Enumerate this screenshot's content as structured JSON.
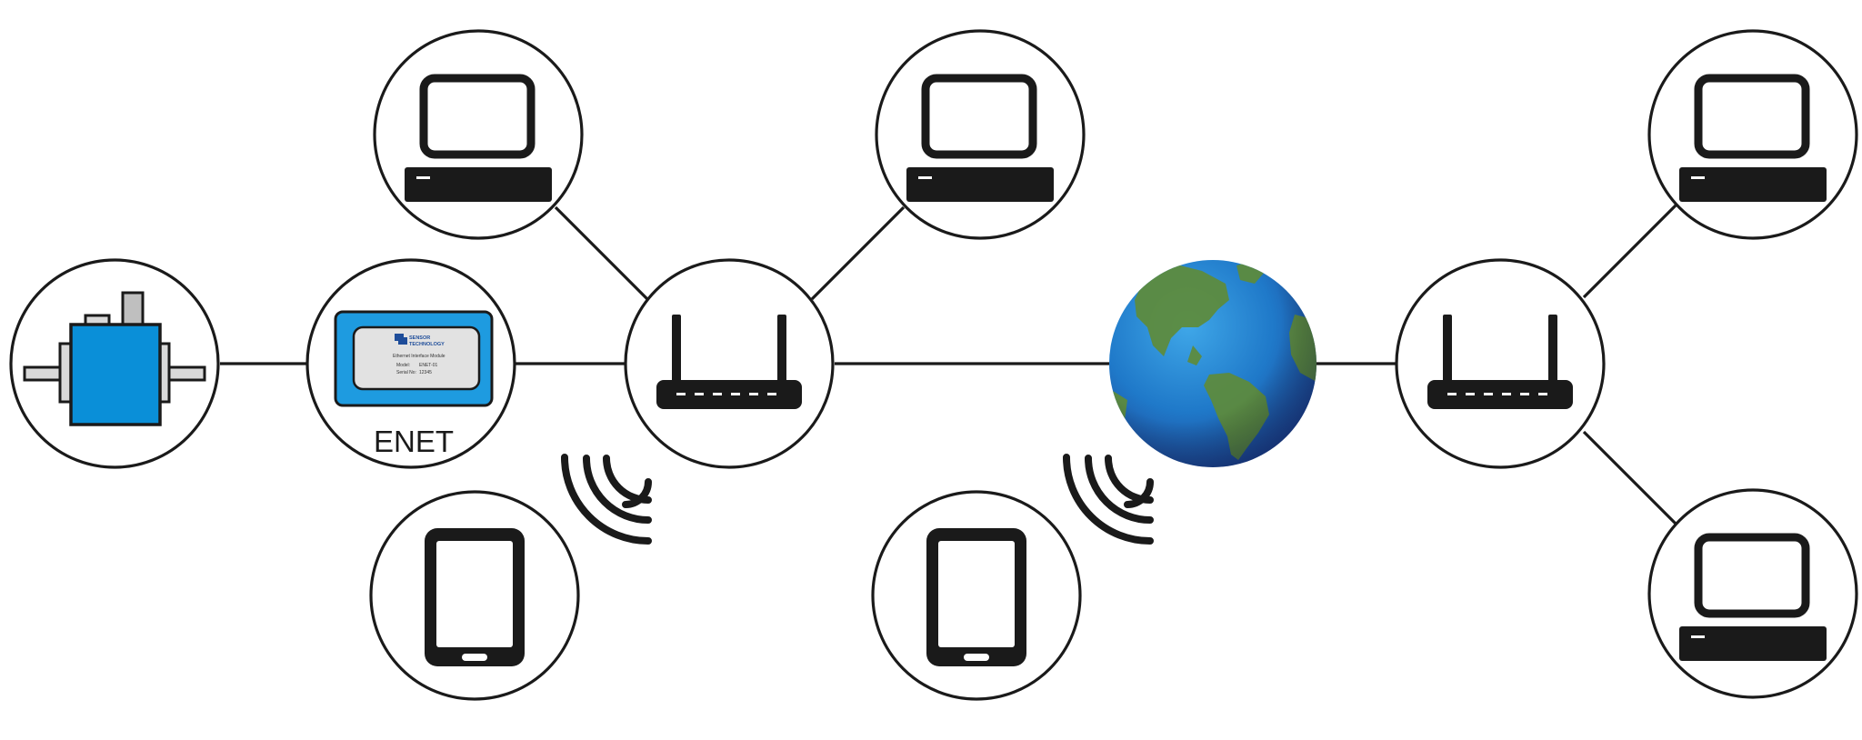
{
  "enet_label": "ENET",
  "module_label": {
    "brand_line1": "SENSOR",
    "brand_line2": "TECHNOLOGY",
    "product": "Ethernet Interface Module",
    "model_label": "Model:",
    "model_value": "ENET-01",
    "serial_label": "Serial No:",
    "serial_value": "12345"
  },
  "colors": {
    "outline": "#1a1a1a",
    "sensor_blue": "#0a8fd8",
    "module_blue": "#1e9be0",
    "globe_ocean": "#1f79c9",
    "globe_land": "#5f8b3a"
  },
  "icons": {
    "sensor": "torque-sensor-icon",
    "module": "enet-module-icon",
    "router": "wifi-router-icon",
    "computer": "desktop-computer-icon",
    "tablet": "tablet-icon",
    "globe": "globe-icon",
    "wireless": "wireless-signal-icon"
  }
}
